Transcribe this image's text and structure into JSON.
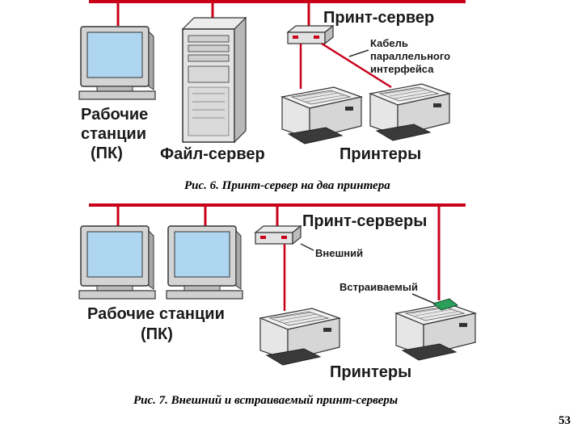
{
  "figure1": {
    "label_print_server": "Принт-сервер",
    "label_cable": [
      "Кабель",
      "параллельного",
      "интерфейса"
    ],
    "label_workstations": [
      "Рабочие",
      "станции",
      "(ПК)"
    ],
    "label_file_server": "Файл-сервер",
    "label_printers": "Принтеры",
    "caption": "Рис. 6. Принт-сервер на два принтера"
  },
  "figure2": {
    "label_print_servers": "Принт-серверы",
    "label_external": "Внешний",
    "label_embedded": "Встраиваемый",
    "label_workstations": [
      "Рабочие станции",
      "(ПК)"
    ],
    "label_printers": "Принтеры",
    "caption": "Рис. 7. Внешний и встраиваемый принт-серверы"
  },
  "page_number": "53",
  "colors": {
    "network_line": "#c9001a",
    "screen": "#aed6f0",
    "device_gray": "#c8c8c8",
    "embedded_card": "#2aa05a"
  }
}
